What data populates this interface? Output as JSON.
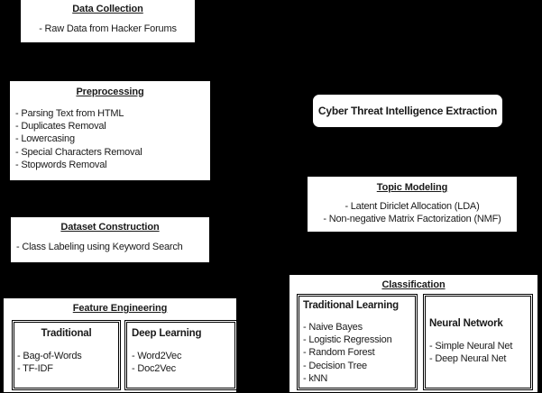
{
  "diagram": {
    "background_color": "#000000",
    "box_fill": "#ffffff",
    "text_color": "#1a1a1a",
    "boxes": {
      "data_collection": {
        "title": "Data Collection",
        "items": [
          "- Raw Data from Hacker Forums"
        ]
      },
      "preprocessing": {
        "title": "Preprocessing",
        "items": [
          "- Parsing Text from HTML",
          "- Duplicates Removal",
          "- Lowercasing",
          "- Special Characters Removal",
          "- Stopwords Removal"
        ]
      },
      "dataset_construction": {
        "title": "Dataset Construction",
        "items": [
          "- Class Labeling using Keyword Search"
        ]
      },
      "feature_engineering": {
        "title": "Feature Engineering",
        "traditional": {
          "subtitle": "Traditional",
          "items": [
            "- Bag-of-Words",
            "- TF-IDF"
          ]
        },
        "deep_learning": {
          "subtitle": "Deep Learning",
          "items": [
            "- Word2Vec",
            "- Doc2Vec"
          ]
        }
      },
      "cyber_threat_intelligence_extraction": {
        "label": "Cyber Threat Intelligence Extraction"
      },
      "topic_modeling": {
        "title": "Topic Modeling",
        "items": [
          "- Latent Diriclet Allocation (LDA)",
          "- Non-negative Matrix Factorization (NMF)"
        ]
      },
      "classification": {
        "title": "Classification",
        "traditional_learning": {
          "subtitle": "Traditional Learning",
          "items": [
            "- Naive Bayes",
            "- Logistic Regression",
            "- Random Forest",
            "- Decision Tree",
            "- kNN"
          ]
        },
        "neural_network": {
          "subtitle": "Neural Network",
          "items": [
            "- Simple Neural Net",
            "- Deep Neural Net"
          ]
        }
      }
    }
  }
}
